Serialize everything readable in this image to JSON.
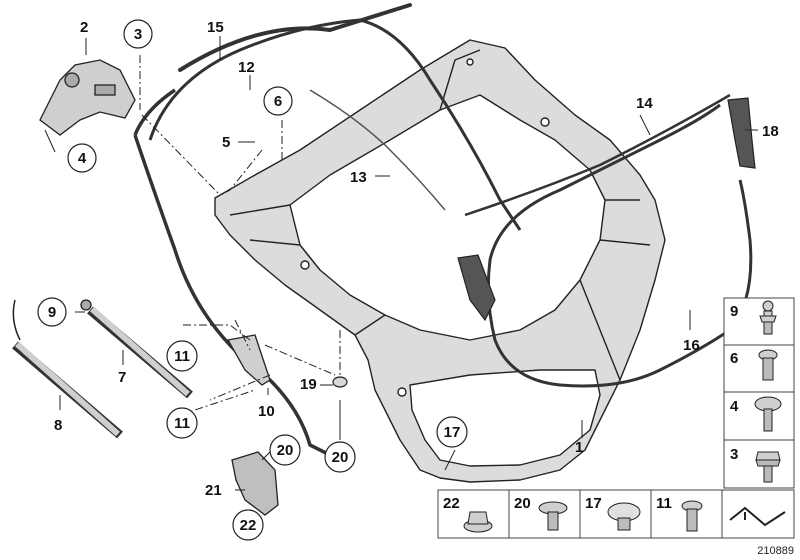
{
  "callouts": [
    {
      "num": "1"
    },
    {
      "num": "2"
    },
    {
      "num": "3"
    },
    {
      "num": "4"
    },
    {
      "num": "5"
    },
    {
      "num": "6"
    },
    {
      "num": "7"
    },
    {
      "num": "8"
    },
    {
      "num": "9"
    },
    {
      "num": "10"
    },
    {
      "num": "11"
    },
    {
      "num": "11"
    },
    {
      "num": "12"
    },
    {
      "num": "13"
    },
    {
      "num": "14"
    },
    {
      "num": "15"
    },
    {
      "num": "16"
    },
    {
      "num": "17"
    },
    {
      "num": "18"
    },
    {
      "num": "19"
    },
    {
      "num": "20"
    },
    {
      "num": "20"
    },
    {
      "num": "21"
    },
    {
      "num": "22"
    }
  ],
  "legend_right": [
    {
      "num": "9"
    },
    {
      "num": "6"
    },
    {
      "num": "4"
    },
    {
      "num": "3"
    }
  ],
  "legend_bottom": [
    {
      "num": "22"
    },
    {
      "num": "20"
    },
    {
      "num": "17"
    },
    {
      "num": "11"
    }
  ],
  "diagram_ref": "210889",
  "colors": {
    "line": "#222222",
    "part_fill": "#dcdcdc",
    "part_dark": "#8a8a8a",
    "box_border": "#444444"
  }
}
